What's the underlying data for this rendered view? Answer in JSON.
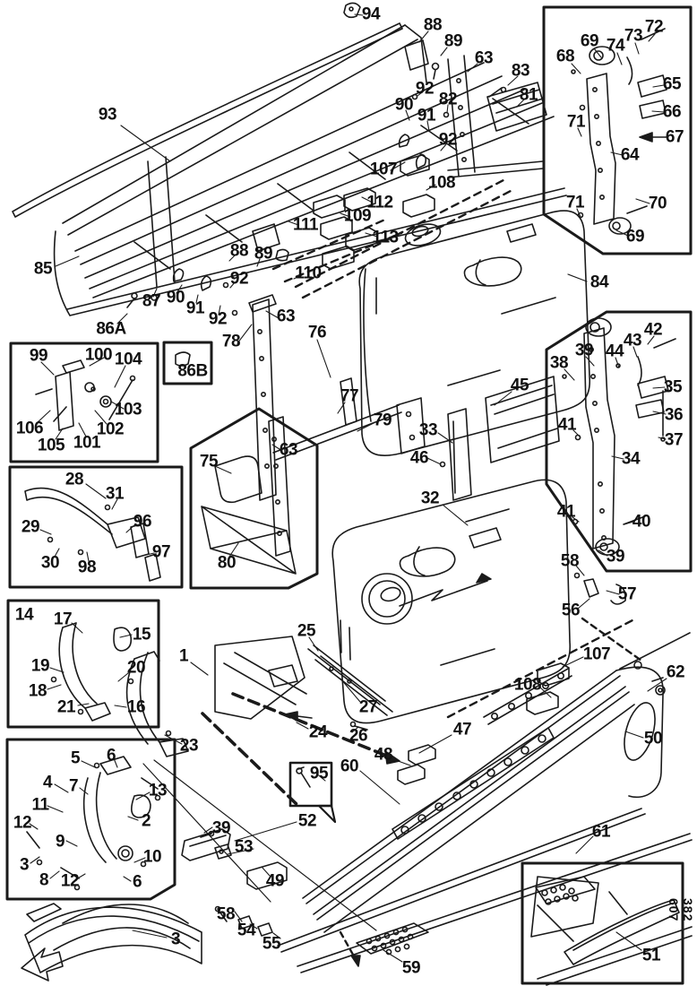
{
  "title": "Exploded parts diagram - cab side panels, fuel tanks and mounting brackets",
  "figure_code": "382 607",
  "colors": {
    "ink": "#1a1a1a",
    "background": "#ffffff"
  },
  "labels": [
    [
      "93",
      120,
      128
    ],
    [
      "94",
      414,
      16
    ],
    [
      "88",
      483,
      28
    ],
    [
      "89",
      506,
      46
    ],
    [
      "63",
      540,
      65
    ],
    [
      "83",
      581,
      79
    ],
    [
      "92",
      474,
      99
    ],
    [
      "82",
      500,
      111
    ],
    [
      "81",
      590,
      106
    ],
    [
      "90",
      451,
      117
    ],
    [
      "91",
      476,
      129
    ],
    [
      "92",
      500,
      156
    ],
    [
      "107",
      428,
      189
    ],
    [
      "108",
      493,
      204
    ],
    [
      "112",
      424,
      226
    ],
    [
      "109",
      399,
      241
    ],
    [
      "111",
      341,
      251
    ],
    [
      "113",
      430,
      265
    ],
    [
      "88",
      267,
      280
    ],
    [
      "89",
      294,
      283
    ],
    [
      "110",
      344,
      305
    ],
    [
      "92",
      267,
      311
    ],
    [
      "85",
      48,
      300
    ],
    [
      "90",
      196,
      332
    ],
    [
      "87",
      169,
      336
    ],
    [
      "91",
      218,
      344
    ],
    [
      "92",
      243,
      356
    ],
    [
      "86A",
      124,
      367
    ],
    [
      "78",
      258,
      381
    ],
    [
      "63",
      319,
      353
    ],
    [
      "76",
      354,
      371
    ],
    [
      "86B",
      215,
      414
    ],
    [
      "84",
      669,
      315
    ],
    [
      "99",
      43,
      397
    ],
    [
      "100",
      110,
      396
    ],
    [
      "104",
      143,
      401
    ],
    [
      "103",
      143,
      457
    ],
    [
      "102",
      123,
      479
    ],
    [
      "106",
      33,
      478
    ],
    [
      "101",
      97,
      494
    ],
    [
      "105",
      57,
      497
    ],
    [
      "77",
      390,
      442
    ],
    [
      "79",
      427,
      469
    ],
    [
      "75",
      233,
      515
    ],
    [
      "63",
      322,
      502
    ],
    [
      "80",
      253,
      628
    ],
    [
      "45",
      580,
      430
    ],
    [
      "33",
      478,
      480
    ],
    [
      "46",
      468,
      511
    ],
    [
      "32",
      480,
      556
    ],
    [
      "28",
      83,
      535
    ],
    [
      "31",
      128,
      551
    ],
    [
      "96",
      159,
      582
    ],
    [
      "29",
      34,
      588
    ],
    [
      "30",
      56,
      628
    ],
    [
      "98",
      97,
      633
    ],
    [
      "97",
      180,
      616
    ],
    [
      "68",
      631,
      63
    ],
    [
      "69",
      658,
      46
    ],
    [
      "74",
      687,
      51
    ],
    [
      "73",
      707,
      40
    ],
    [
      "72",
      730,
      30
    ],
    [
      "65",
      750,
      94
    ],
    [
      "66",
      750,
      125
    ],
    [
      "67",
      753,
      153
    ],
    [
      "64",
      703,
      173
    ],
    [
      "71",
      643,
      136
    ],
    [
      "71",
      642,
      226
    ],
    [
      "70",
      734,
      227
    ],
    [
      "69",
      709,
      264
    ],
    [
      "38",
      624,
      405
    ],
    [
      "39",
      652,
      391
    ],
    [
      "44",
      686,
      392
    ],
    [
      "43",
      706,
      380
    ],
    [
      "42",
      729,
      368
    ],
    [
      "35",
      751,
      432
    ],
    [
      "36",
      752,
      463
    ],
    [
      "37",
      752,
      491
    ],
    [
      "41",
      633,
      474
    ],
    [
      "34",
      704,
      512
    ],
    [
      "41",
      632,
      571
    ],
    [
      "40",
      716,
      582
    ],
    [
      "39",
      687,
      621
    ],
    [
      "58",
      636,
      626
    ],
    [
      "57",
      700,
      663
    ],
    [
      "56",
      637,
      681
    ],
    [
      "14",
      27,
      686
    ],
    [
      "17",
      70,
      691
    ],
    [
      "15",
      158,
      708
    ],
    [
      "19",
      45,
      743
    ],
    [
      "18",
      42,
      771
    ],
    [
      "20",
      152,
      745
    ],
    [
      "21",
      74,
      789
    ],
    [
      "16",
      152,
      789
    ],
    [
      "1",
      205,
      732
    ],
    [
      "25",
      342,
      704
    ],
    [
      "27",
      411,
      789
    ],
    [
      "24",
      355,
      817
    ],
    [
      "26",
      400,
      821
    ],
    [
      "23",
      211,
      832
    ],
    [
      "5",
      84,
      846
    ],
    [
      "6",
      124,
      843
    ],
    [
      "4",
      53,
      873
    ],
    [
      "7",
      82,
      877
    ],
    [
      "13",
      176,
      882
    ],
    [
      "11",
      45,
      898
    ],
    [
      "2",
      163,
      916
    ],
    [
      "12",
      25,
      918
    ],
    [
      "9",
      67,
      939
    ],
    [
      "3",
      27,
      965
    ],
    [
      "8",
      49,
      982
    ],
    [
      "12",
      78,
      983
    ],
    [
      "10",
      170,
      956
    ],
    [
      "6",
      153,
      984
    ],
    [
      "95",
      356,
      863
    ],
    [
      "60",
      390,
      855
    ],
    [
      "48",
      428,
      842
    ],
    [
      "47",
      516,
      814
    ],
    [
      "107",
      666,
      730
    ],
    [
      "108",
      589,
      764
    ],
    [
      "62",
      754,
      750
    ],
    [
      "50",
      729,
      824
    ],
    [
      "61",
      671,
      928
    ],
    [
      "39",
      247,
      924
    ],
    [
      "52",
      343,
      916
    ],
    [
      "53",
      272,
      945
    ],
    [
      "49",
      307,
      983
    ],
    [
      "58",
      252,
      1020
    ],
    [
      "54",
      275,
      1038
    ],
    [
      "55",
      303,
      1053
    ],
    [
      "59",
      459,
      1080
    ],
    [
      "3",
      196,
      1048
    ],
    [
      "51",
      727,
      1066
    ]
  ]
}
